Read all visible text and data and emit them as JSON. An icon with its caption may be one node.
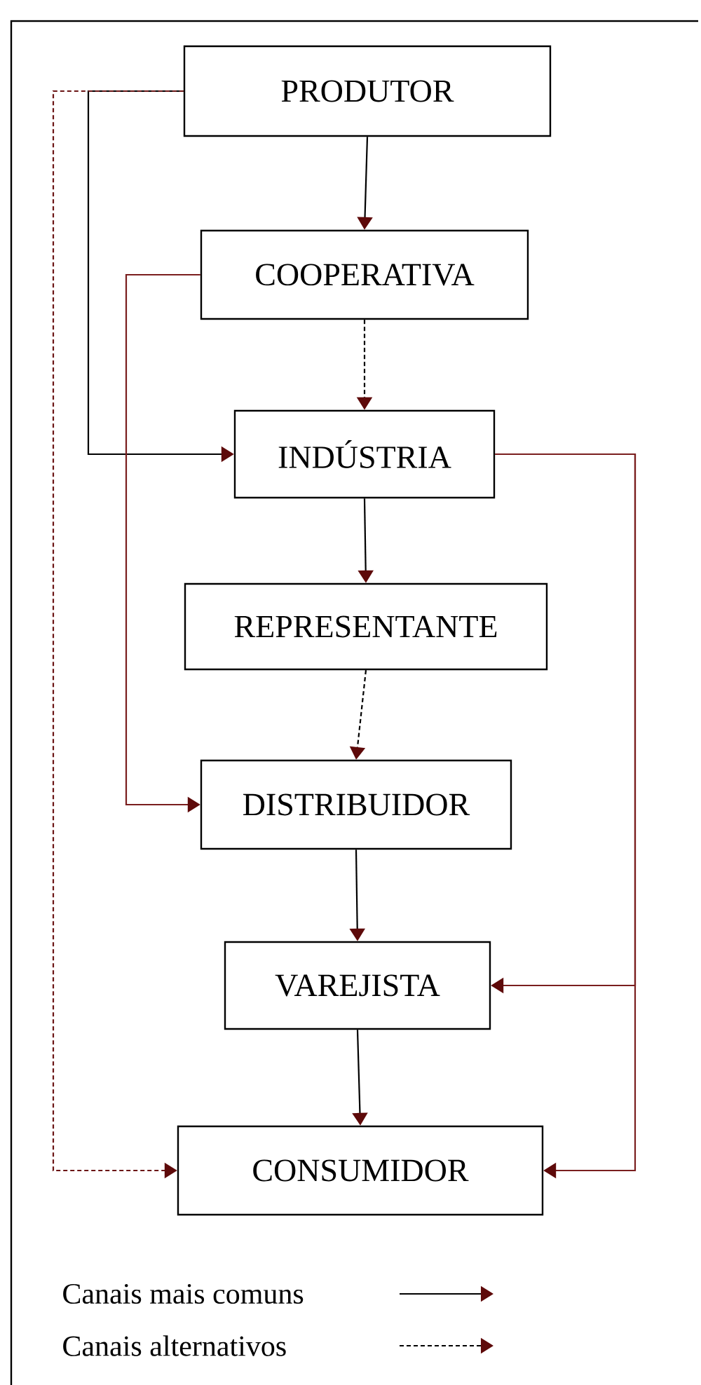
{
  "diagram": {
    "nodes": [
      {
        "text": [
          "PRODUTOR"
        ]
      },
      {
        "text": [
          "COOPERATIVA"
        ]
      },
      {
        "text": [
          "INDÚSTRIA"
        ]
      },
      {
        "text": [
          "REPRESENTANTE"
        ]
      },
      {
        "text": [
          "DISTRIBUIDOR"
        ]
      },
      {
        "text": [
          "VAREJISTA"
        ]
      },
      {
        "text": [
          "CONSUMIDOR"
        ]
      }
    ],
    "edges": [
      {
        "from": 0,
        "to": 1,
        "arrow": "to"
      },
      {
        "from": 1,
        "to": 2,
        "arrow": "to",
        "style": "dashed"
      },
      {
        "from": 2,
        "to": 3,
        "arrow": "to"
      },
      {
        "from": 3,
        "to": 4,
        "arrow": "to",
        "style": "dashed"
      },
      {
        "from": 4,
        "to": 5,
        "arrow": "to"
      },
      {
        "from": 5,
        "to": 6,
        "arrow": "to"
      },
      {
        "from": 0,
        "to": 2,
        "arrow": "to"
      },
      {
        "from": 0,
        "to": 6,
        "arrow": "to",
        "style": "dashed",
        "color": "#6b1414"
      },
      {
        "from": 1,
        "to": 4,
        "arrow": "to",
        "color": "#7a1e1e"
      },
      {
        "from": 2,
        "to": 5,
        "arrow": "to",
        "color": "#7a1e1e"
      },
      {
        "from": 2,
        "to": 6,
        "arrow": "to",
        "color": "#7a1e1e"
      }
    ],
    "legend": [
      {
        "text": "Canais mais comuns"
      },
      {
        "text": "Canais alternativos"
      }
    ]
  }
}
